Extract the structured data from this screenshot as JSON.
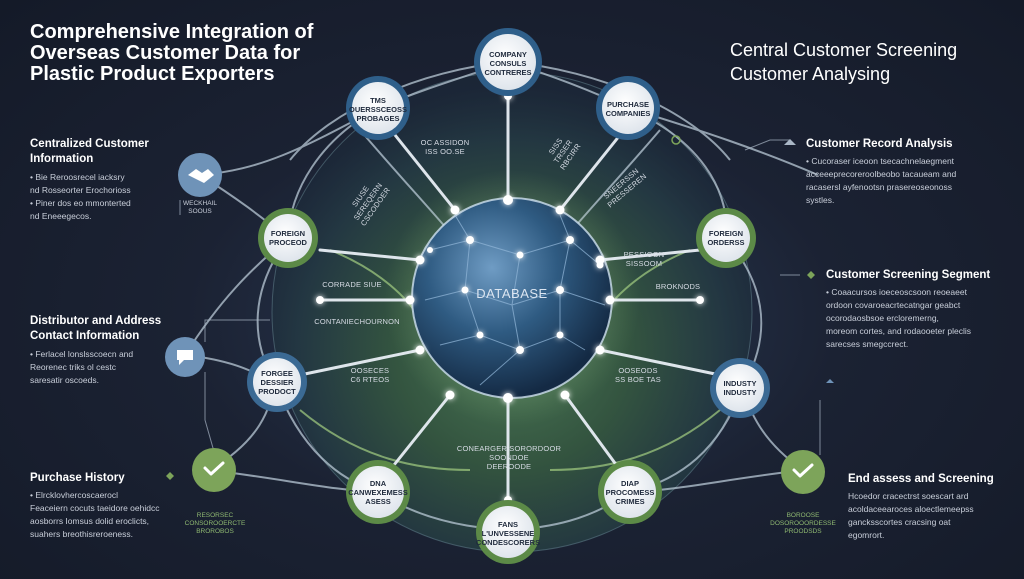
{
  "title_lines": [
    "Comprehensive Integration of",
    "Overseas Customer Data for",
    "Plastic Product Exporters"
  ],
  "subtitle_lines": [
    "Central Customer Screening",
    "Customer  Analysing"
  ],
  "center_label": "DATABASE",
  "ring_nodes": {
    "company": [
      "COMPANY",
      "CONSULS",
      "CONTRERES"
    ],
    "tms": [
      "TMS",
      "OUERSSCEOSS",
      "PROBAGES"
    ],
    "purchase": [
      "PURCHASE",
      "COMPANIES"
    ],
    "foreign_left": [
      "FOREIGN",
      "PROCEOD"
    ],
    "foreign_right": [
      "FOREIGN",
      "ORDERSS"
    ],
    "forgee": [
      "FORGEE",
      "DESSIER",
      "PRODOCT"
    ],
    "industry": [
      "INDUSTY",
      "INDUSTY"
    ],
    "dna_left": [
      "DNA",
      "CANWEXEMESS",
      "ASESS"
    ],
    "dna_right": [
      "DIAP",
      "PROCOMESS",
      "CRIMES"
    ],
    "fans": [
      "FANS",
      "L'UNVESSENE",
      "CONDESCORERS"
    ]
  },
  "floating_labels": {
    "top_left": [
      "OC ASSIDON",
      "ISS OO.SE"
    ],
    "upper_left_diag": [
      "SIUSE",
      "SEREQERN",
      "CSCODOER"
    ],
    "upper_right_diag": [
      "SISS",
      "TRSER",
      "RBCIRR"
    ],
    "right_diag": [
      "SNEERSSN",
      "PRESSEREN"
    ],
    "mid_right_top": [
      "PESSIGON",
      "SISSOOM"
    ],
    "mid_left": [
      "CORRADE SIUE"
    ],
    "mid_left_lower": [
      "CONTANIECHOURNON"
    ],
    "mid_right": [
      "BROKNODS"
    ],
    "lower_left": [
      "OOSECES",
      "C6 RTEOS"
    ],
    "lower_right": [
      "OOSEODS",
      "SS BOE  TAS"
    ],
    "bottom_center": [
      "CONEARGER SORORDOOR",
      "SOONDOE",
      "DEEROODE"
    ]
  },
  "left_sections": [
    {
      "heading": [
        "Centralized Customer",
        "Information"
      ],
      "bullets": [
        "• Bie Reroosrecel iacksry",
        "nd Rosseorter Erochorioss",
        "• Piner dos eo mmonterted",
        "nd Eneeegecos."
      ],
      "icon_caption": [
        "WECKHAIL",
        "SOOUS"
      ],
      "icon": "handshake-icon"
    },
    {
      "heading": [
        "Distributor and Address",
        "Contact Information"
      ],
      "bullets": [
        "• Ferlacel lonslsscoecn and",
        "Reorenec triks ol cestc",
        "saresatir oscoeds."
      ],
      "icon": "chat-icon"
    },
    {
      "heading": [
        "Purchase History"
      ],
      "bullets": [
        "• Elrcklovhercoscaerocl",
        "Feaceiern cocuts taeidore oehidcc",
        "aosborrs Iomsus dolid eroclicts,",
        "suahers breothisreroeness."
      ],
      "icon_caption": [
        "RESORSEC",
        "CONSOROOERCTE",
        "BROROBOS"
      ],
      "icon": "check-icon"
    }
  ],
  "right_sections": [
    {
      "heading": [
        "Customer Record Analysis"
      ],
      "bullets": [
        "• Cucoraser iceoon tsecachnelaegment",
        "acceeeprecoreroolbeobo tacaueam and",
        "racasersl ayfenootsn prasereoseonoss",
        "systles."
      ]
    },
    {
      "heading": [
        "Customer Screening Segment"
      ],
      "bullets": [
        "• Coaacursos ioeceoscsoon reoeaeet",
        "ordoon covaroeacrtecatngar geabct",
        "ocorodaosbsoe ercloremerng,",
        "moreom cortes, and rodaooeter pleclis",
        "sarecses smegccrect."
      ]
    },
    {
      "heading": [
        "End assess and Screening"
      ],
      "bullets": [
        "Hcoedor cracectrst soescart ard",
        "acoldaceearoces aloectlemeepss",
        "gancksscortes cracsing oat",
        "egomrort."
      ],
      "icon_caption": [
        "BOROOSE",
        "DOSOROOORDESSE",
        "PROODSDS"
      ],
      "icon": "check-icon"
    }
  ],
  "colors": {
    "background": "#1a2132",
    "node_fill": "#e9edf2",
    "node_ring_blue": "#3b6a94",
    "node_ring_green": "#6f9a50",
    "accent_green": "#7da45a",
    "accent_blue": "#6f93b8",
    "globe": "#2e5a82"
  }
}
